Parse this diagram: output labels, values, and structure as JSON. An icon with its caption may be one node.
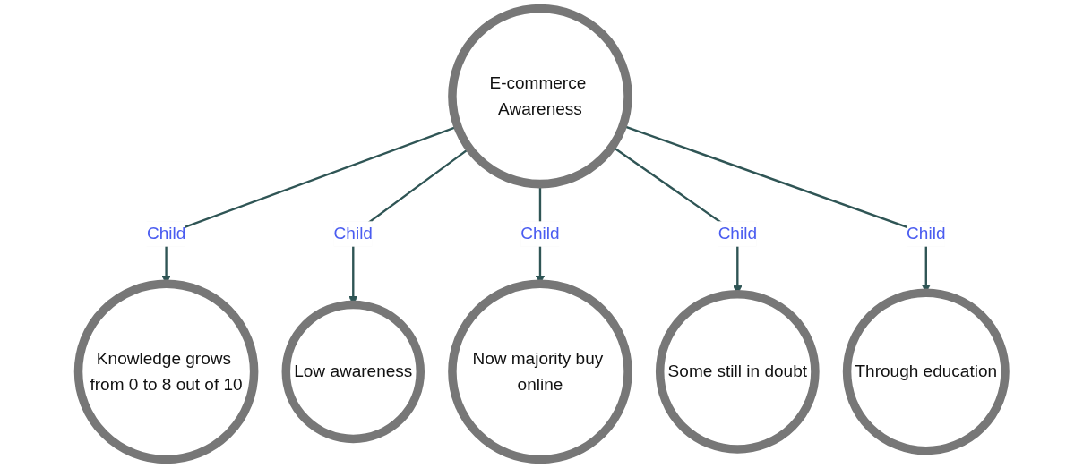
{
  "diagram": {
    "nodes": [
      {
        "text": [
          "E-commerce Awareness"
        ]
      },
      {
        "text": [
          "Knowledge grows from 0 to 8 out of 10"
        ]
      },
      {
        "text": [
          "Low awareness"
        ]
      },
      {
        "text": [
          "Now majority buy online"
        ]
      },
      {
        "text": [
          "Some still in doubt"
        ]
      },
      {
        "text": [
          "Through education"
        ]
      }
    ],
    "edges": [
      {
        "from": 0,
        "to": 1,
        "arrow": "to",
        "label": "Child"
      },
      {
        "from": 0,
        "to": 2,
        "arrow": "to",
        "label": "Child"
      },
      {
        "from": 0,
        "to": 3,
        "arrow": "to",
        "label": "Child"
      },
      {
        "from": 0,
        "to": 4,
        "arrow": "to",
        "label": "Child"
      },
      {
        "from": 0,
        "to": 5,
        "arrow": "to",
        "label": "Child"
      }
    ]
  }
}
